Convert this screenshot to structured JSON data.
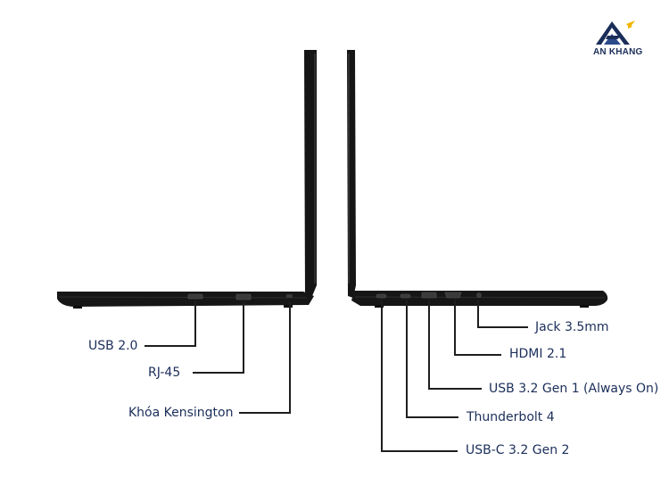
{
  "brand": {
    "name": "AN KHANG",
    "tagline": "",
    "colors": {
      "navy": "#1b2e5a",
      "gold": "#f2b400",
      "line": "#1e1e1e"
    }
  },
  "left_view": {
    "labels": [
      {
        "id": "usb-2-0",
        "text": "USB 2.0"
      },
      {
        "id": "rj-45",
        "text": "RJ-45"
      },
      {
        "id": "kensington",
        "text": "Khóa Kensington"
      }
    ]
  },
  "right_view": {
    "labels": [
      {
        "id": "jack-3-5mm",
        "text": "Jack 3.5mm"
      },
      {
        "id": "hdmi-2-1",
        "text": "HDMI 2.1"
      },
      {
        "id": "usb-3-2-gen1",
        "text": "USB 3.2 Gen 1 (Always On)"
      },
      {
        "id": "thunderbolt-4",
        "text": "Thunderbolt 4"
      },
      {
        "id": "usb-c-3-2-gen2",
        "text": "USB-C 3.2 Gen 2"
      }
    ]
  }
}
